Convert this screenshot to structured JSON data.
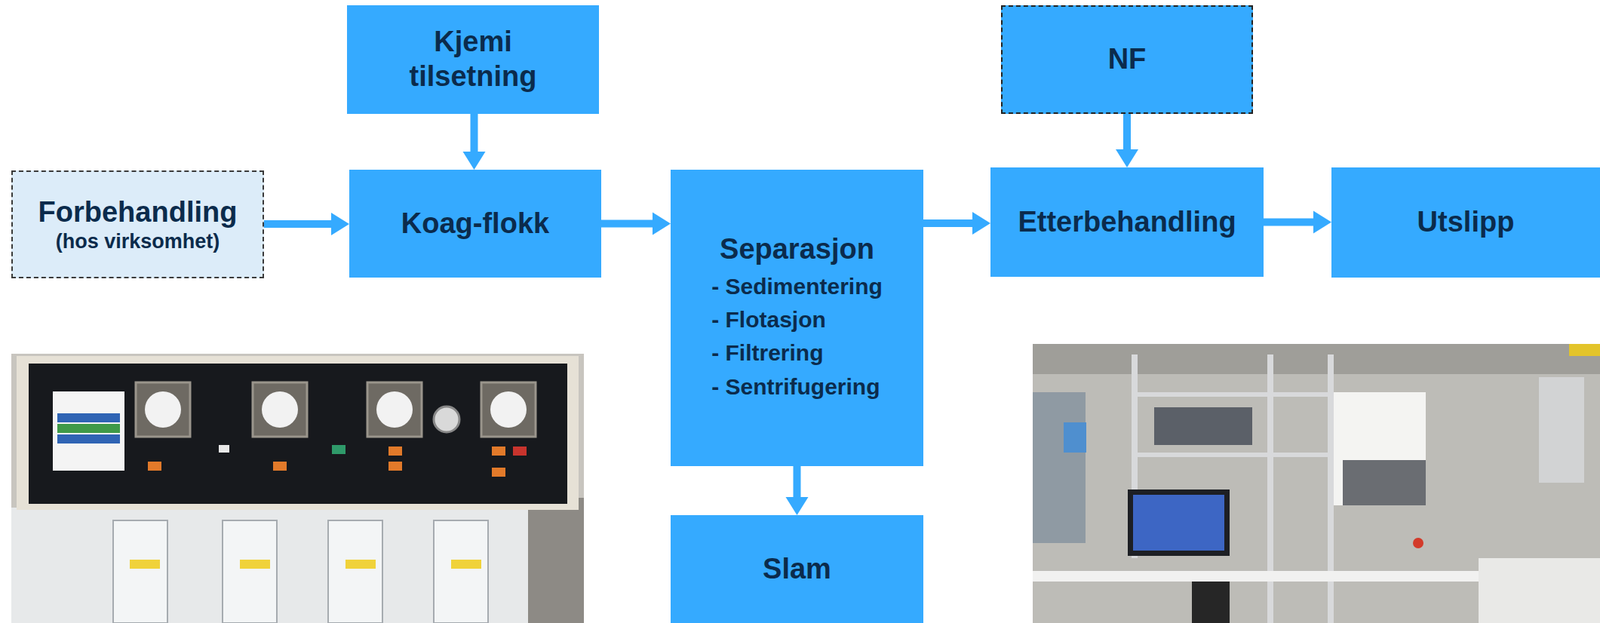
{
  "diagram": {
    "nodes": [
      {
        "text": [
          "Forbehandling",
          "(hos virksomhet)"
        ]
      },
      {
        "text": [
          "Kjemi tilsetning"
        ]
      },
      {
        "text": [
          "Koag-flokk"
        ]
      },
      {
        "text": [
          "Separasjon",
          "- Sedimentering",
          "- Flotasjon",
          "- Filtrering",
          "- Sentrifugering"
        ]
      },
      {
        "text": [
          "Slam"
        ]
      },
      {
        "text": [
          "NF"
        ]
      },
      {
        "text": [
          "Etterbehandling"
        ]
      },
      {
        "text": [
          "Utslipp"
        ]
      }
    ],
    "edges": [
      {
        "from": 0,
        "to": 2,
        "arrow": "to"
      },
      {
        "from": 1,
        "to": 2,
        "arrow": "to"
      },
      {
        "from": 2,
        "to": 3,
        "arrow": "to"
      },
      {
        "from": 3,
        "to": 4,
        "arrow": "to"
      },
      {
        "from": 3,
        "to": 6,
        "arrow": "to"
      },
      {
        "from": 5,
        "to": 6,
        "arrow": "to"
      },
      {
        "from": 6,
        "to": 7,
        "arrow": "to"
      }
    ]
  }
}
